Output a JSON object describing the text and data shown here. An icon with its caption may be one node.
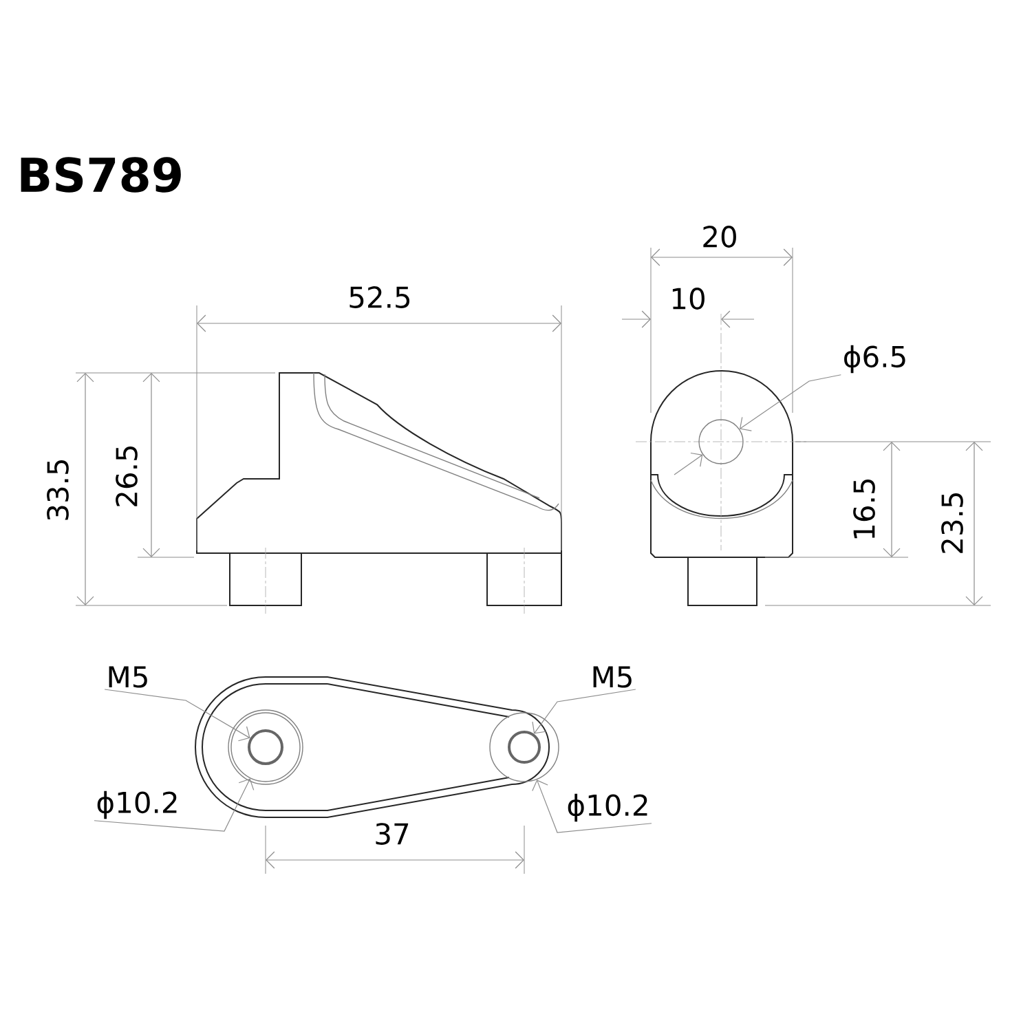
{
  "diagram": {
    "title": "BS789",
    "nodes": [
      {
        "text": [
          "ϕ6.5"
        ]
      },
      {
        "text": [],
        "shape": "circle"
      },
      {
        "text": [
          "M5"
        ]
      },
      {
        "text": [
          "M5"
        ]
      },
      {
        "text": [],
        "shape": "circle"
      },
      {
        "text": [],
        "shape": "circle",
        "in": 4
      },
      {
        "text": [],
        "shape": "circle"
      },
      {
        "text": [],
        "shape": "circle",
        "in": 6
      },
      {
        "text": [
          "ϕ10.2"
        ]
      },
      {
        "text": [
          "ϕ10.2"
        ]
      }
    ],
    "edges": [
      {
        "from": 0,
        "to": 1,
        "arrow": "to"
      },
      {
        "from": 2,
        "to": 5,
        "arrow": "to"
      },
      {
        "from": 3,
        "to": 7,
        "arrow": "to"
      },
      {
        "from": 8,
        "to": 4,
        "arrow": "to"
      },
      {
        "from": 9,
        "to": 6,
        "arrow": "to"
      }
    ],
    "labels": [
      "52.5",
      "33.5",
      "26.5",
      "20",
      "10",
      "16.5",
      "23.5",
      "37"
    ]
  }
}
